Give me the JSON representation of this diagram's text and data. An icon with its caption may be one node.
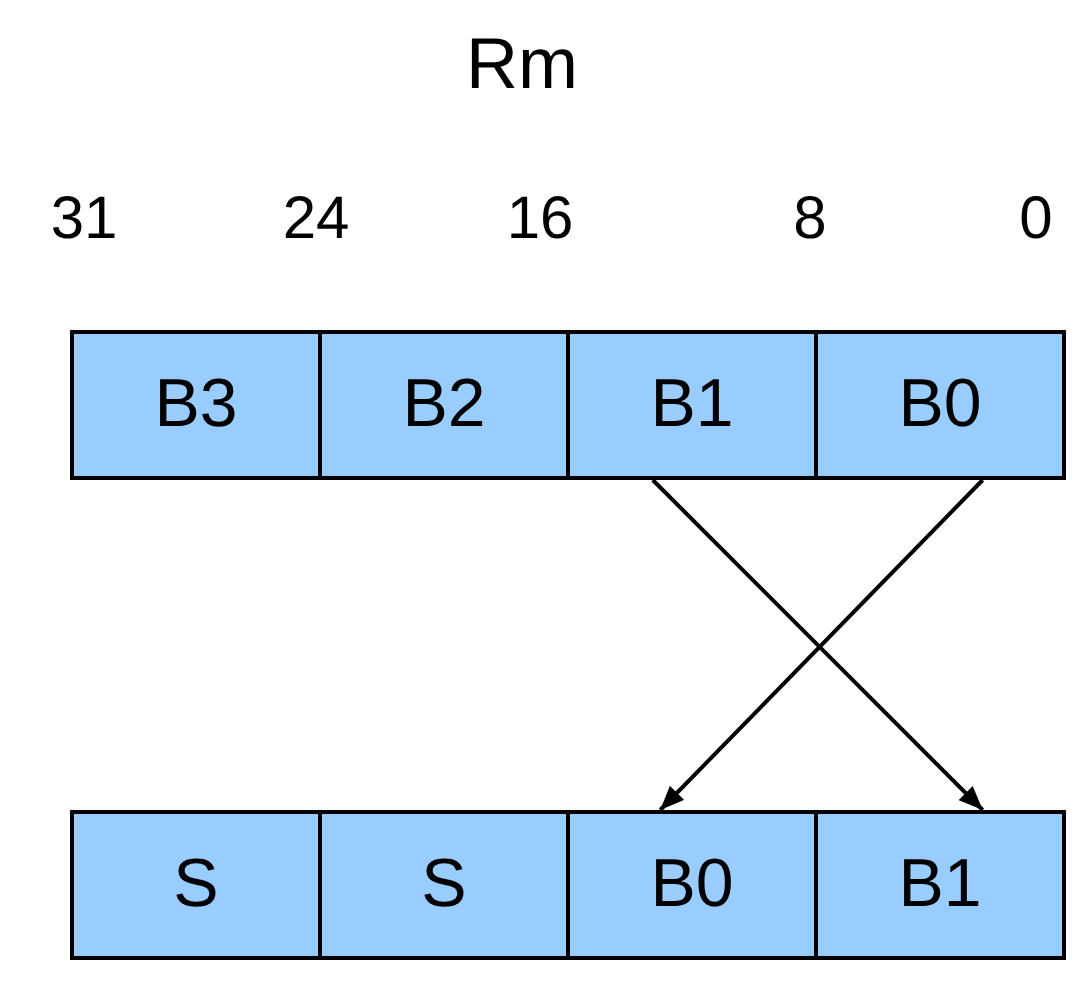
{
  "diagram": {
    "title": "Rm",
    "nodes": [
      {
        "text": [
          "B3"
        ]
      },
      {
        "text": [
          "B2"
        ]
      },
      {
        "text": [
          "B1"
        ]
      },
      {
        "text": [
          "B0"
        ]
      },
      {
        "text": [
          "S"
        ]
      },
      {
        "text": [
          "S"
        ]
      },
      {
        "text": [
          "B0"
        ]
      },
      {
        "text": [
          "B1"
        ]
      }
    ],
    "edges": [
      {
        "from": 2,
        "to": 7,
        "arrow": "to"
      },
      {
        "from": 3,
        "to": 6,
        "arrow": "to"
      }
    ],
    "labels": [
      "31",
      "24",
      "16",
      "8",
      "0"
    ]
  }
}
